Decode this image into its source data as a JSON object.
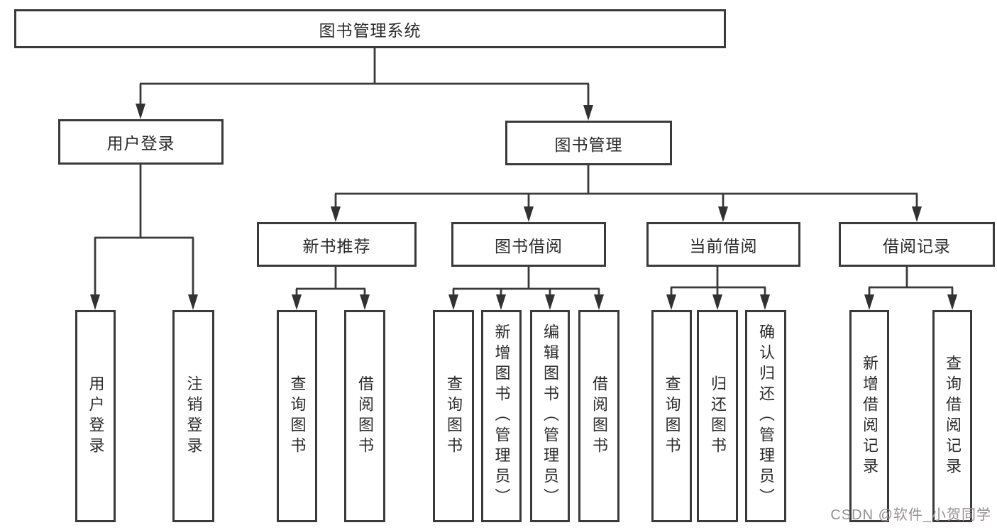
{
  "diagram": {
    "watermark": "CSDN @软件_小贺同学",
    "colors": {
      "line": "#3a3a3a",
      "text": "#2b2b2b",
      "background": "#ffffff",
      "watermark": "#969090"
    },
    "tree": {
      "label": "图书管理系统",
      "children": [
        {
          "label": "用户登录",
          "children": [
            {
              "label": "用户登录"
            },
            {
              "label": "注销登录"
            }
          ]
        },
        {
          "label": "图书管理",
          "children": [
            {
              "label": "新书推荐",
              "children": [
                {
                  "label": "查询图书"
                },
                {
                  "label": "借阅图书"
                }
              ]
            },
            {
              "label": "图书借阅",
              "children": [
                {
                  "label": "查询图书"
                },
                {
                  "label": "新增图书（管理员）"
                },
                {
                  "label": "编辑图书（管理员）"
                },
                {
                  "label": "借阅图书"
                }
              ]
            },
            {
              "label": "当前借阅",
              "children": [
                {
                  "label": "查询图书"
                },
                {
                  "label": "归还图书"
                },
                {
                  "label": "确认归还（管理员）"
                }
              ]
            },
            {
              "label": "借阅记录",
              "children": [
                {
                  "label": "新增借阅记录"
                },
                {
                  "label": "查询借阅记录"
                }
              ]
            }
          ]
        }
      ]
    }
  }
}
